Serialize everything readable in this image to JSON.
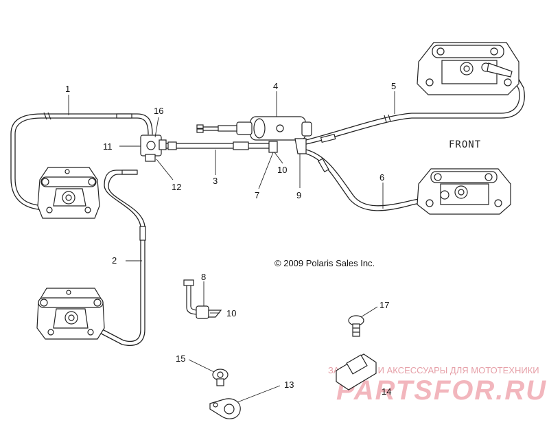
{
  "front_label": "FRONT",
  "copyright": "© 2009 Polaris Sales Inc.",
  "callouts": {
    "c1": "1",
    "c2": "2",
    "c3": "3",
    "c4": "4",
    "c5": "5",
    "c6": "6",
    "c7": "7",
    "c8": "8",
    "c9": "9",
    "c10a": "10",
    "c10b": "10",
    "c11": "11",
    "c12": "12",
    "c13": "13",
    "c14": "14",
    "c15": "15",
    "c16": "16",
    "c17": "17"
  },
  "watermark": {
    "tagline": "ЗАПЧАСТИ И АКСЕССУАРЫ ДЛЯ МОТОТЕХНИКИ",
    "brand": "PARTSFOR.RU"
  },
  "colors": {
    "ink": "#222222",
    "watermark": "#f2b6bd"
  }
}
